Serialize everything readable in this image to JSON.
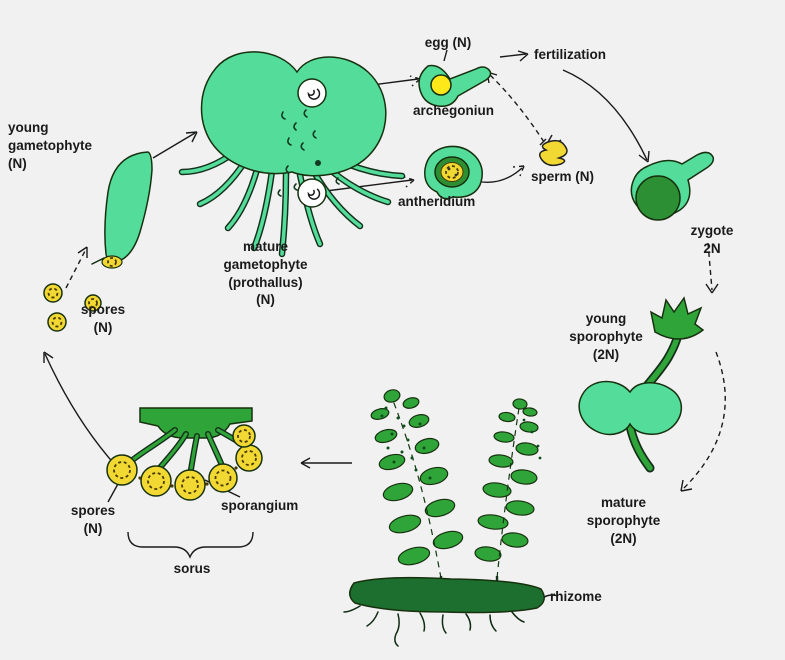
{
  "diagram": {
    "subject": "fern life cycle",
    "type": "life-cycle-diagram"
  },
  "colors": {
    "background": "#f1f1f1",
    "ink": "#1a1a1a",
    "light_green": "#54dc9b",
    "frond_green": "#2fa438",
    "dark_green": "#1d6f2f",
    "ring_green": "#2d8f33",
    "yellow": "#f2d832",
    "egg_yellow": "#ffe81a"
  },
  "labels": {
    "young_gametophyte": "young\ngametophyte\n(N)",
    "mature_gametophyte": "mature\ngametophyte\n(prothallus)\n(N)",
    "egg": "egg (N)",
    "fertilization": "fertilization",
    "archegonium": "archegoniun",
    "antheridium": "antheridium",
    "sperm": "sperm (N)",
    "zygote": "zygote\n2N",
    "young_sporophyte": "young\nsporophyte\n(2N)",
    "mature_sporophyte": "mature\nsporophyte\n(2N)",
    "rhizome": "rhizome",
    "spores_released": "spores\n(N)",
    "spores_sorus": "spores\n(N)",
    "sporangium": "sporangium",
    "sorus": "sorus"
  }
}
